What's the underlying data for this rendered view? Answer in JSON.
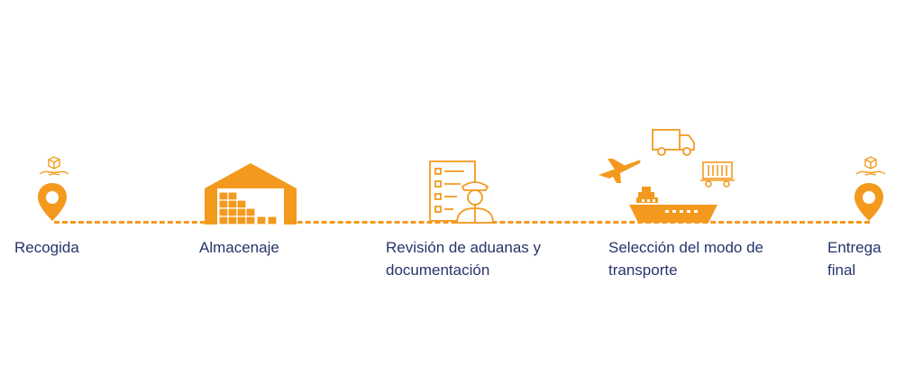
{
  "accent_color": "#f39a1e",
  "text_color": "#27336b",
  "steps": [
    {
      "label": "Recogida",
      "icon": "location-pin-icon"
    },
    {
      "label": "Almacenaje",
      "icon": "warehouse-icon"
    },
    {
      "label": "Revisión de aduanas y documentación",
      "icon": "customs-officer-checklist-icon"
    },
    {
      "label": "Selección del modo de transporte",
      "icon": "transport-modes-icon"
    },
    {
      "label": "Entrega final",
      "icon": "location-pin-icon"
    }
  ]
}
